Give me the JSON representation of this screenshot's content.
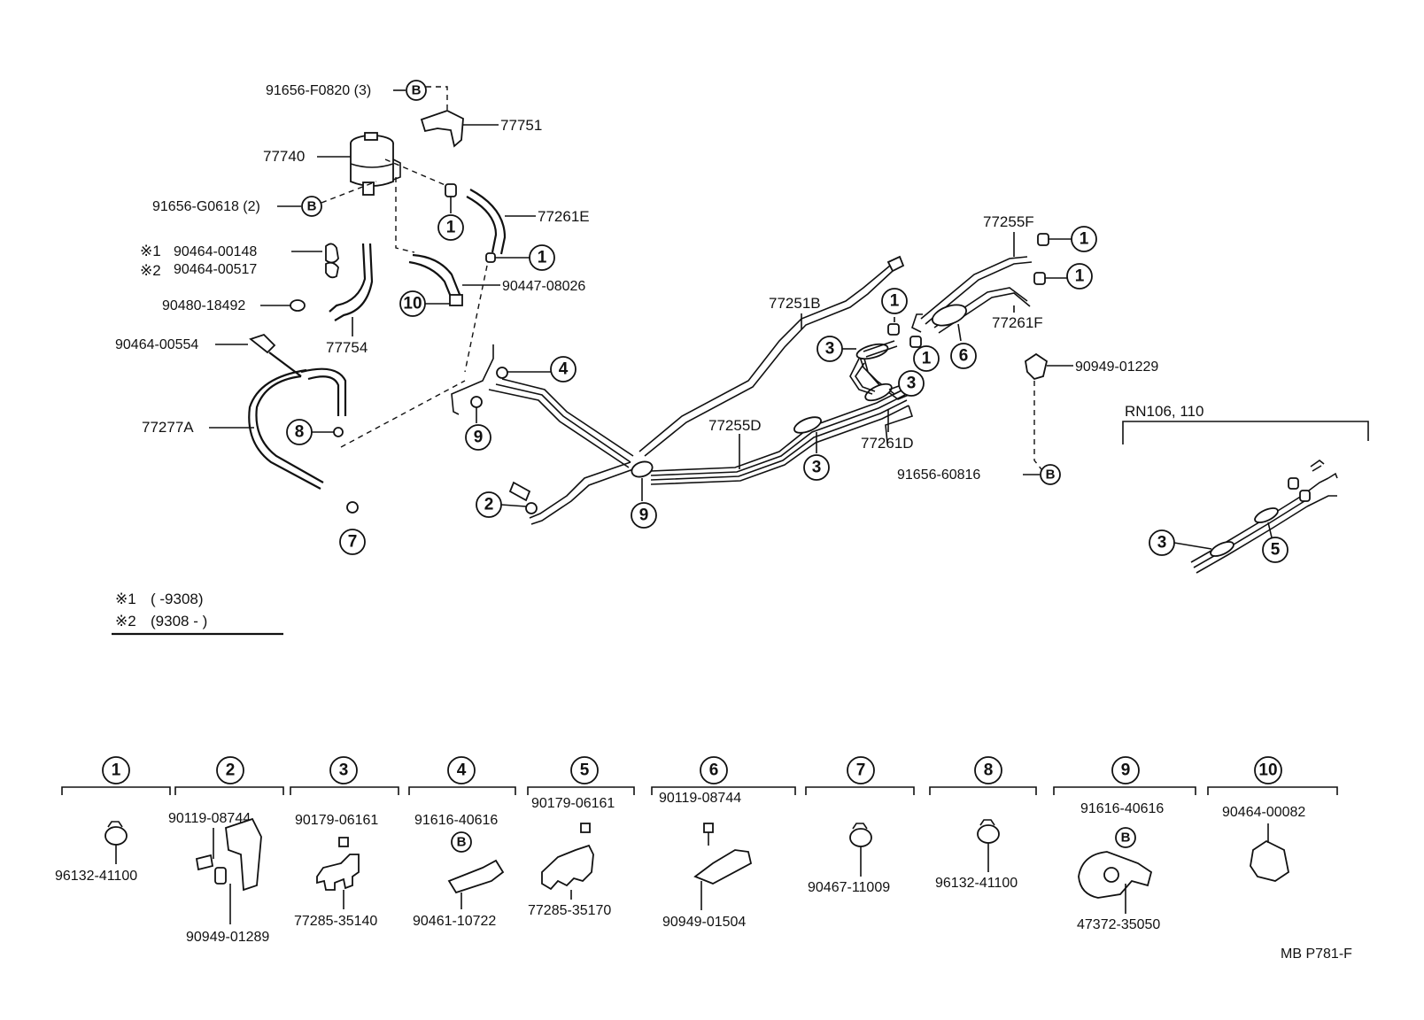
{
  "labels": {
    "p_91656_f0820": "91656-F0820 (3)",
    "p_77751": "77751",
    "p_77740": "77740",
    "p_91656_g0618": "91656-G0618 (2)",
    "p_77261e": "77261E",
    "p_note1": "※1",
    "p_90464_00148": "90464-00148",
    "p_note2": "※2",
    "p_90464_00517": "90464-00517",
    "p_90480_18492": "90480-18492",
    "p_77754": "77754",
    "p_90447_08026": "90447-08026",
    "p_90464_00554": "90464-00554",
    "p_77277a": "77277A",
    "p_77251b": "77251B",
    "p_77255f": "77255F",
    "p_77261f": "77261F",
    "p_90949_01229": "90949-01229",
    "p_77255d": "77255D",
    "p_77261d": "77261D",
    "p_91656_60816": "91656-60816",
    "p_rn": "RN106, 110"
  },
  "legend": {
    "row1_mark": "※1",
    "row1_text": "(          -9308)",
    "row2_mark": "※2",
    "row2_text": "(9308 -          )"
  },
  "callouts": [
    "1",
    "2",
    "3",
    "4",
    "5",
    "6",
    "7",
    "8",
    "9",
    "10"
  ],
  "bolt_mark": "B",
  "detail_panels": [
    {
      "num": "1",
      "parts": [
        "96132-41100"
      ]
    },
    {
      "num": "2",
      "parts": [
        "90119-08744",
        "90949-01289"
      ]
    },
    {
      "num": "3",
      "parts": [
        "90179-06161",
        "77285-35140"
      ]
    },
    {
      "num": "4",
      "parts": [
        "91616-40616",
        "90461-10722"
      ]
    },
    {
      "num": "5",
      "parts": [
        "90179-06161",
        "77285-35170"
      ]
    },
    {
      "num": "6",
      "parts": [
        "90119-08744",
        "90949-01504"
      ]
    },
    {
      "num": "7",
      "parts": [
        "90467-11009"
      ]
    },
    {
      "num": "8",
      "parts": [
        "96132-41100"
      ]
    },
    {
      "num": "9",
      "parts": [
        "91616-40616",
        "47372-35050"
      ]
    },
    {
      "num": "10",
      "parts": [
        "90464-00082"
      ]
    }
  ],
  "figure_code": "MB P781-F"
}
